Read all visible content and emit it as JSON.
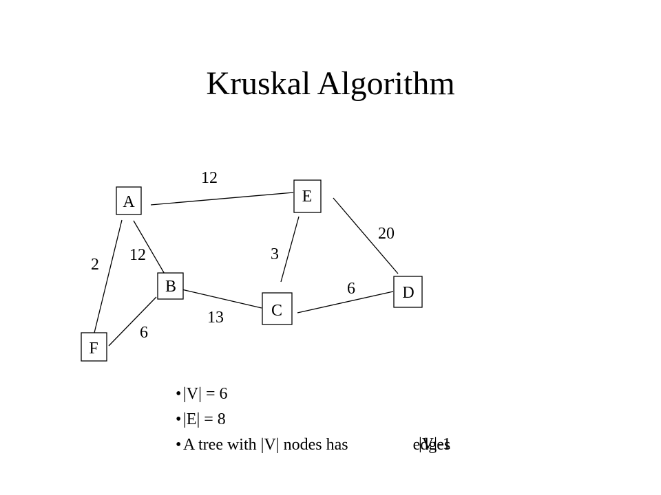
{
  "slide": {
    "title": "Kruskal Algorithm"
  },
  "graph": {
    "nodes": [
      {
        "id": "A",
        "label": "A"
      },
      {
        "id": "E",
        "label": "E"
      },
      {
        "id": "B",
        "label": "B"
      },
      {
        "id": "C",
        "label": "C"
      },
      {
        "id": "D",
        "label": "D"
      },
      {
        "id": "F",
        "label": "F"
      }
    ],
    "edges": [
      {
        "from": "A",
        "to": "E",
        "weight": "12"
      },
      {
        "from": "A",
        "to": "B",
        "weight": "12"
      },
      {
        "from": "A",
        "to": "F",
        "weight": "2"
      },
      {
        "from": "E",
        "to": "C",
        "weight": "3"
      },
      {
        "from": "E",
        "to": "D",
        "weight": "20"
      },
      {
        "from": "B",
        "to": "C",
        "weight": "13"
      },
      {
        "from": "C",
        "to": "D",
        "weight": "6"
      },
      {
        "from": "F",
        "to": "B",
        "weight": "6"
      }
    ],
    "colors": {
      "stroke": "#000000",
      "background": "#ffffff"
    }
  },
  "bullets": {
    "bullet_symbol": "•",
    "items": [
      "|V| = 6",
      "|E| = 8",
      "A tree with |V| nodes has",
      "edges"
    ],
    "formula": "|V|-1"
  }
}
